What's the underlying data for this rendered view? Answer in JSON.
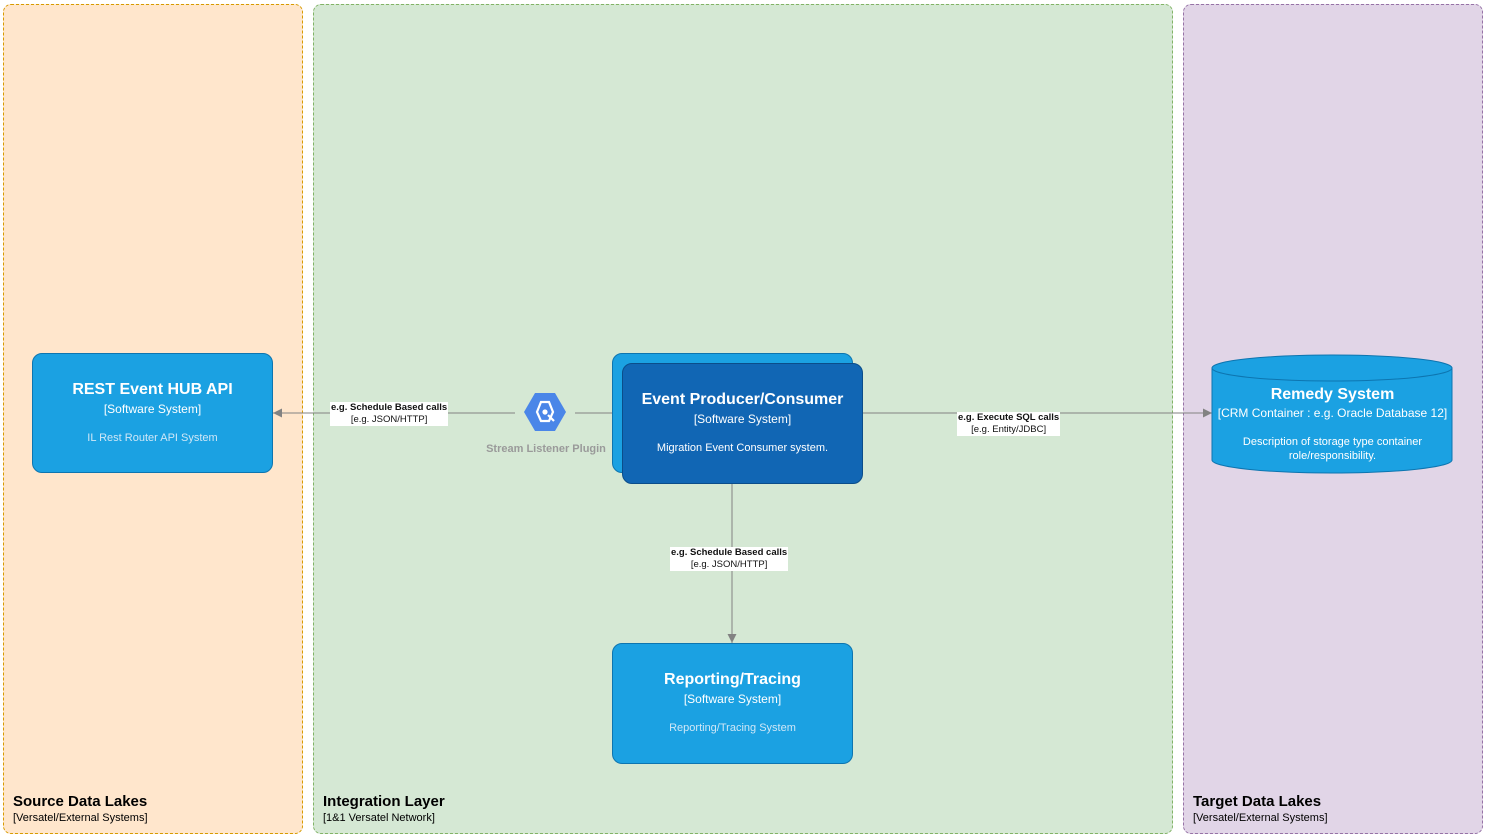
{
  "zones": {
    "source": {
      "title": "Source Data Lakes",
      "subtitle": "[Versatel/External Systems]"
    },
    "integration": {
      "title": "Integration Layer",
      "subtitle": "[1&1 Versatel Network]"
    },
    "target": {
      "title": "Target Data Lakes",
      "subtitle": "[Versatel/External Systems]"
    }
  },
  "systems": {
    "rest": {
      "title": "REST Event HUB API",
      "type": "[Software System]",
      "description": "IL Rest Router API System"
    },
    "event": {
      "title": "Event Producer/Consumer",
      "type": "[Software System]",
      "description": "Migration Event Consumer system."
    },
    "reporting": {
      "title": "Reporting/Tracing",
      "type": "[Software System]",
      "description": "Reporting/Tracing System"
    },
    "remedy": {
      "title": "Remedy System",
      "type": "[CRM Container : e.g. Oracle Database 12]",
      "description": "Description of storage type container role/responsibility."
    }
  },
  "plugin": {
    "label": "Stream Listener Plugin",
    "icon": "hexagon-plugin-icon"
  },
  "edges": {
    "to_rest": {
      "label": "e.g. Schedule Based calls",
      "tech": "[e.g. JSON/HTTP]"
    },
    "to_remedy": {
      "label": "e.g. Execute SQL calls",
      "tech": "[e.g. Entity/JDBC]"
    },
    "to_reporting": {
      "label": "e.g. Schedule Based calls",
      "tech": "[e.g. JSON/HTTP]"
    }
  },
  "colors": {
    "source_zone": "#ffe6cc",
    "integration_zone": "#d5e8d4",
    "target_zone": "#e1d5e7",
    "system_blue": "#1ba1e2",
    "system_dark_blue": "#1166b4",
    "edge": "#828282"
  }
}
